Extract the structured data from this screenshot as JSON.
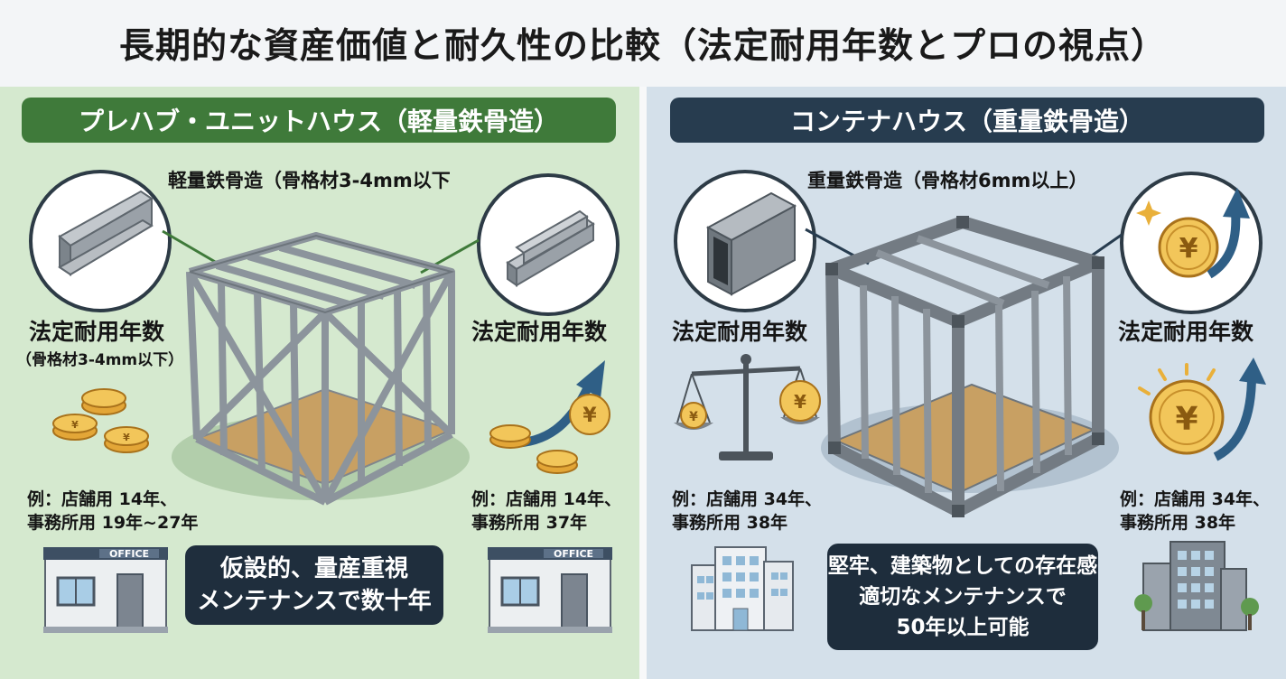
{
  "title": "長期的な資産価値と耐久性の比較（法定耐用年数とプロの視点）",
  "left": {
    "header": "プレハブ・ユニットハウス（軽量鉄骨造）",
    "structure_label": "軽量鉄骨造（骨格材3-4mm以下",
    "useful_life_left": "法定耐用年数",
    "useful_life_left_note": "（骨格材3-4mm以下）",
    "useful_life_right": "法定耐用年数",
    "example_left_line1": "例：店舗用 14年、",
    "example_left_line2": "事務所用 19年~27年",
    "example_right_line1": "例：店舗用 14年、",
    "example_right_line2": "事務所用 37年",
    "office_sign": "OFFICE",
    "summary_line1": "仮設的、量産重視",
    "summary_line2": "メンテナンスで数十年"
  },
  "right": {
    "header": "コンテナハウス（重量鉄骨造）",
    "structure_label": "重量鉄骨造（骨格材6mm以上）",
    "useful_life_left": "法定耐用年数",
    "useful_life_right": "法定耐用年数",
    "example_left_line1": "例：店舗用 34年、",
    "example_left_line2": "事務所用 38年",
    "example_right_line1": "例：店舗用 34年、",
    "example_right_line2": "事務所用 38年",
    "summary_line1": "堅牢、建築物としての存在感",
    "summary_line2": "適切なメンテナンスで",
    "summary_line3": "50年以上可能"
  },
  "colors": {
    "green_header": "#3f7a3a",
    "navy_header": "#273c4f",
    "gold": "#e9b03a",
    "steel": "#8c949c"
  },
  "icons": [
    "yen-coin-icon",
    "growth-arrow-icon",
    "balance-scale-icon",
    "office-building-icon",
    "sparkle-icon"
  ]
}
